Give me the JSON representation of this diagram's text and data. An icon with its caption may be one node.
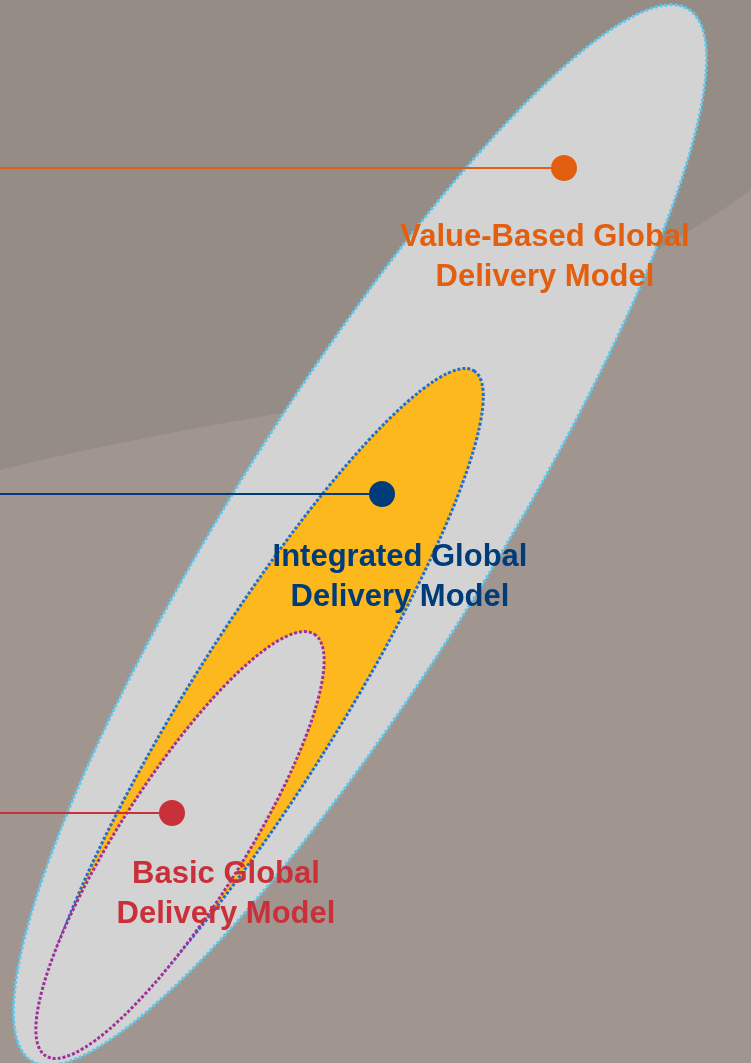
{
  "diagram": {
    "nodes": [
      {
        "text": [
          "Value-Based Global Delivery Model"
        ]
      },
      {
        "text": [],
        "shape": "circle",
        "in": 0
      },
      {
        "text": [
          "Integrated Global Delivery Model"
        ],
        "in": 0
      },
      {
        "text": [],
        "shape": "circle",
        "in": 2
      },
      {
        "text": [
          "Basic Global Delivery Model"
        ],
        "in": 2
      },
      {
        "text": [],
        "shape": "circle",
        "in": 4
      }
    ],
    "edges": [
      {
        "from": null,
        "to": 1,
        "arrow": "none",
        "color": "#e35f10"
      },
      {
        "from": null,
        "to": 3,
        "arrow": "none",
        "color": "#003b7a"
      },
      {
        "from": null,
        "to": 5,
        "arrow": "none",
        "color": "#c8303a"
      }
    ]
  }
}
